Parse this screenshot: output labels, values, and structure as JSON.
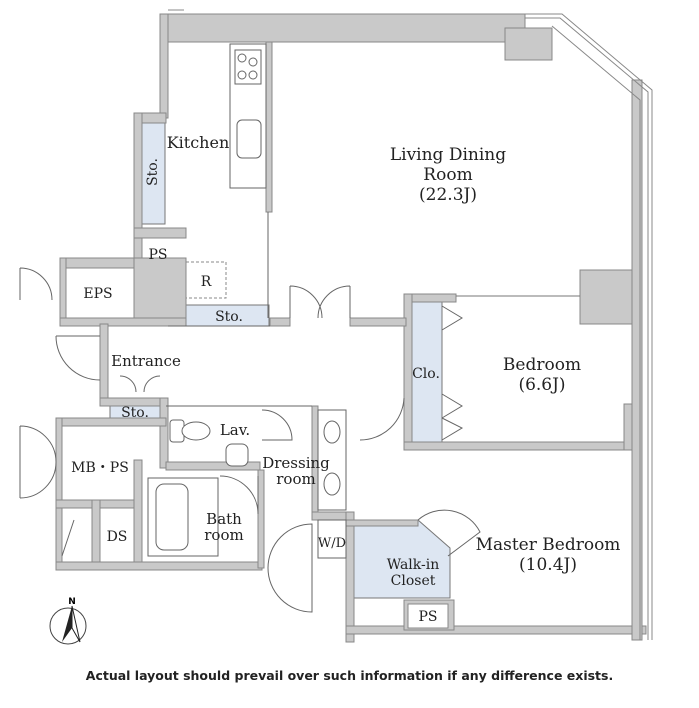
{
  "rooms": {
    "living_line1": "Living Dining",
    "living_line2": "Room",
    "living_area": "(22.3J)",
    "kitchen": "Kitchen",
    "bedroom": "Bedroom",
    "bedroom_area": "(6.6J)",
    "master_bedroom": "Master Bedroom",
    "master_area": "(10.4J)",
    "entrance": "Entrance",
    "dressing_line1": "Dressing",
    "dressing_line2": "room",
    "bath_line1": "Bath",
    "bath_line2": "room",
    "walkin_line1": "Walk-in",
    "walkin_line2": "Closet",
    "lav": "Lav.",
    "wd": "W/D",
    "mbps": "MB・PS",
    "ds": "DS",
    "eps": "EPS",
    "ps_upper": "PS",
    "ps_lower": "PS",
    "r": "R",
    "sto_vertical": "Sto.",
    "sto_kitchen": "Sto.",
    "sto_entrance": "Sto.",
    "clo": "Clo."
  },
  "compass": {
    "north": "N"
  },
  "colors": {
    "wall": "#c9c9c9",
    "storage": "#dde6f2",
    "line": "#555555"
  },
  "disclaimer": "Actual layout should prevail over such information if any difference exists."
}
